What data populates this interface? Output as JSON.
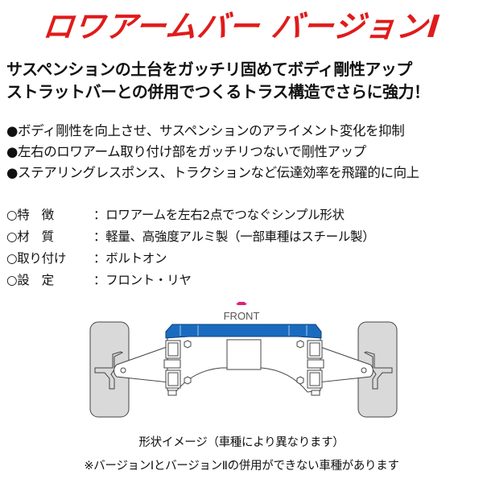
{
  "title": "ロワアームバー バージョンⅠ",
  "lead": [
    "サスペンションの土台をガッチリ固めてボディ剛性アップ",
    "ストラットバーとの併用でつくるトラス構造でさらに強力！"
  ],
  "bullets": [
    "●ボディ剛性を向上させ、サスペンションのアライメント変化を抑制",
    "●左右のロワアーム取り付け部をガッチリつないで剛性アップ",
    "●ステアリングレスポンス、トラクションなど伝達効率を飛躍的に向上"
  ],
  "specs": [
    {
      "key": "○特　徴",
      "value": "：ロワアームを左右2点でつなぐシンプル形状"
    },
    {
      "key": "○材　質",
      "value": "：軽量、高強度アルミ製（一部車種はスチール製）"
    },
    {
      "key": "○取り付け",
      "value": "：ボルトオン"
    },
    {
      "key": "○設　定",
      "value": "：フロント・リヤ"
    }
  ],
  "diagram": {
    "front_label": "FRONT",
    "bar_color": "#1a6bbf",
    "arrow_color": "#e0207a",
    "wheel_color": "#d9d9d9"
  },
  "caption": "形状イメージ（車種により異なります）",
  "note": "※バージョンⅠとバージョンⅡの併用ができない車種があります"
}
